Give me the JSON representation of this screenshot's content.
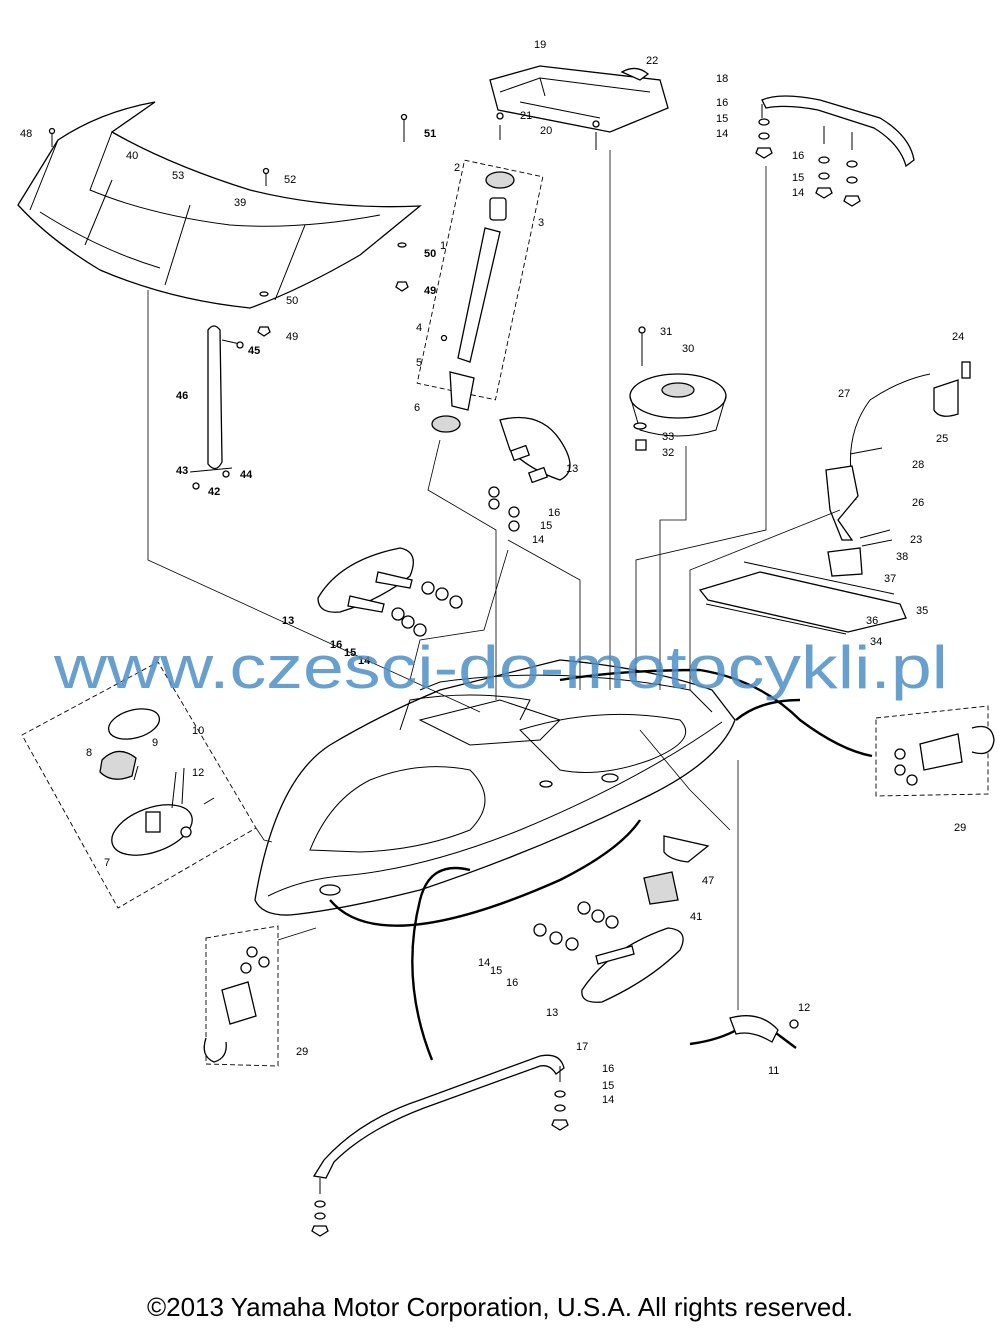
{
  "watermark": "www.czesci-do-motocykli.pl",
  "copyright": "©2013 Yamaha Motor Corporation, U.S.A. All rights reserved.",
  "callouts": {
    "c1": "1",
    "c2": "2",
    "c3": "3",
    "c4": "4",
    "c5": "5",
    "c6": "6",
    "c7": "7",
    "c8": "8",
    "c9": "9",
    "c10": "10",
    "c11": "11",
    "c12a": "12",
    "c12b": "12",
    "c13a": "13",
    "c13b": "13",
    "c13c": "13",
    "c14a": "14",
    "c14b": "14",
    "c14c": "14",
    "c14d": "14",
    "c14e": "14",
    "c14f": "14",
    "c15a": "15",
    "c15b": "15",
    "c15c": "15",
    "c15d": "15",
    "c15e": "15",
    "c15f": "15",
    "c16a": "16",
    "c16b": "16",
    "c16c": "16",
    "c16d": "16",
    "c16e": "16",
    "c16f": "16",
    "c17": "17",
    "c18": "18",
    "c19": "19",
    "c20": "20",
    "c21": "21",
    "c22": "22",
    "c23": "23",
    "c24": "24",
    "c25": "25",
    "c26": "26",
    "c27": "27",
    "c28": "28",
    "c29a": "29",
    "c29b": "29",
    "c30": "30",
    "c31": "31",
    "c32": "32",
    "c33": "33",
    "c34": "34",
    "c35": "35",
    "c36": "36",
    "c37": "37",
    "c38": "38",
    "c39": "39",
    "c40": "40",
    "c41": "41",
    "c42": "42",
    "c43": "43",
    "c44": "44",
    "c45": "45",
    "c46": "46",
    "c47": "47",
    "c48": "48",
    "c49a": "49",
    "c49b": "49",
    "c50a": "50",
    "c50b": "50",
    "c51": "51",
    "c52": "52",
    "c53": "53"
  }
}
